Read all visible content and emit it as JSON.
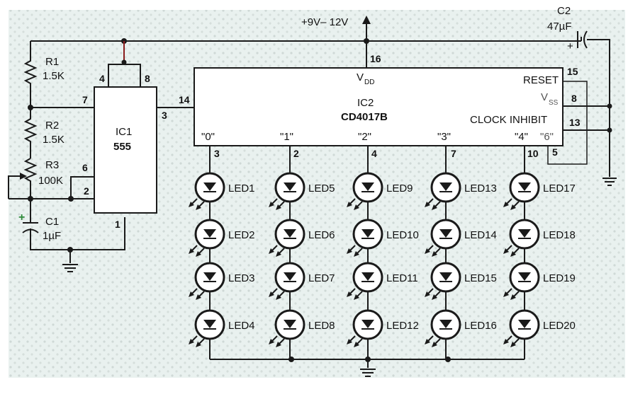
{
  "supply": {
    "label": "+9V– 12V"
  },
  "ic1": {
    "ref": "IC1",
    "part": "555",
    "pins": {
      "p4": "4",
      "p8": "8",
      "p7": "7",
      "p3": "3",
      "p6": "6",
      "p2": "2",
      "p1": "1"
    }
  },
  "ic2": {
    "ref": "IC2",
    "part": "CD4017B",
    "vdd": "V",
    "vdd_sub": "DD",
    "vss": "V",
    "vss_sub": "SS",
    "reset": "RESET",
    "clock_inhibit": "CLOCK INHIBIT",
    "pins": {
      "p16": "16",
      "p14": "14",
      "p15": "15",
      "p8": "8",
      "p13": "13",
      "p5": "5",
      "p3": "3",
      "p2": "2",
      "p4": "4",
      "p7": "7",
      "p10": "10"
    },
    "outputs": [
      "\"0\"",
      "\"1\"",
      "\"2\"",
      "\"3\"",
      "\"4\"",
      "\"6\""
    ]
  },
  "components": {
    "r1": {
      "ref": "R1",
      "value": "1.5K"
    },
    "r2": {
      "ref": "R2",
      "value": "1.5K"
    },
    "r3": {
      "ref": "R3",
      "value": "100K"
    },
    "c1": {
      "ref": "C1",
      "value": "1µF",
      "polarity": "+"
    },
    "c2": {
      "ref": "C2",
      "value": "47µF",
      "polarity": "+"
    }
  },
  "leds": [
    [
      "LED1",
      "LED2",
      "LED3",
      "LED4"
    ],
    [
      "LED5",
      "LED6",
      "LED7",
      "LED8"
    ],
    [
      "LED9",
      "LED10",
      "LED11",
      "LED12"
    ],
    [
      "LED13",
      "LED14",
      "LED15",
      "LED16"
    ],
    [
      "LED17",
      "LED18",
      "LED19",
      "LED20"
    ]
  ],
  "colors": {
    "ink": "#1a1a1a",
    "paper": "#e8f0ee",
    "accent_wire": "#8a1c1c",
    "polarity": "#2e8b3a"
  }
}
